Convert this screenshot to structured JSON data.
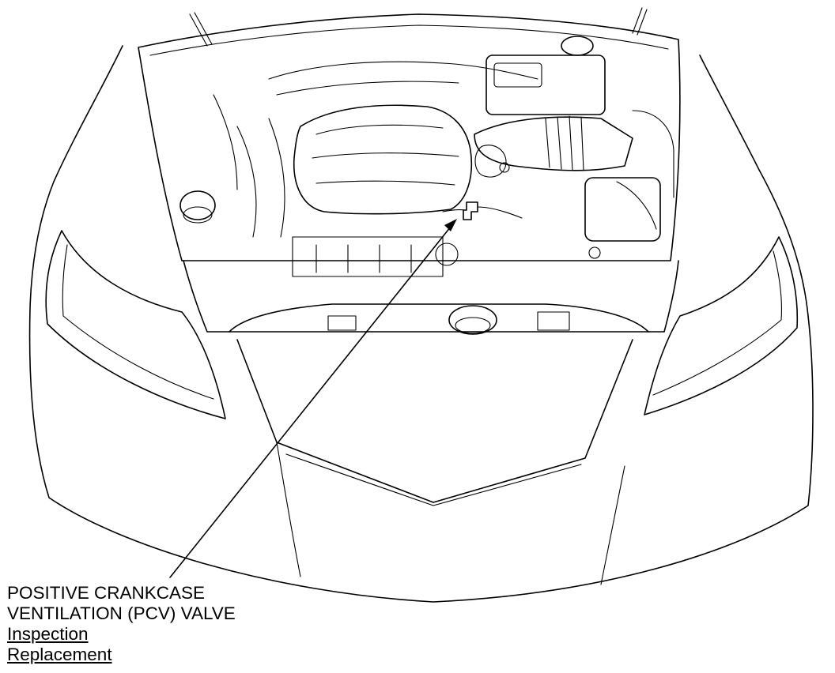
{
  "callout": {
    "title_line1": "POSITIVE CRANKCASE",
    "title_line2": "VENTILATION (PCV) VALVE",
    "links": [
      "Inspection",
      "Replacement"
    ]
  },
  "colors": {
    "line": "#000000",
    "background": "#ffffff"
  }
}
